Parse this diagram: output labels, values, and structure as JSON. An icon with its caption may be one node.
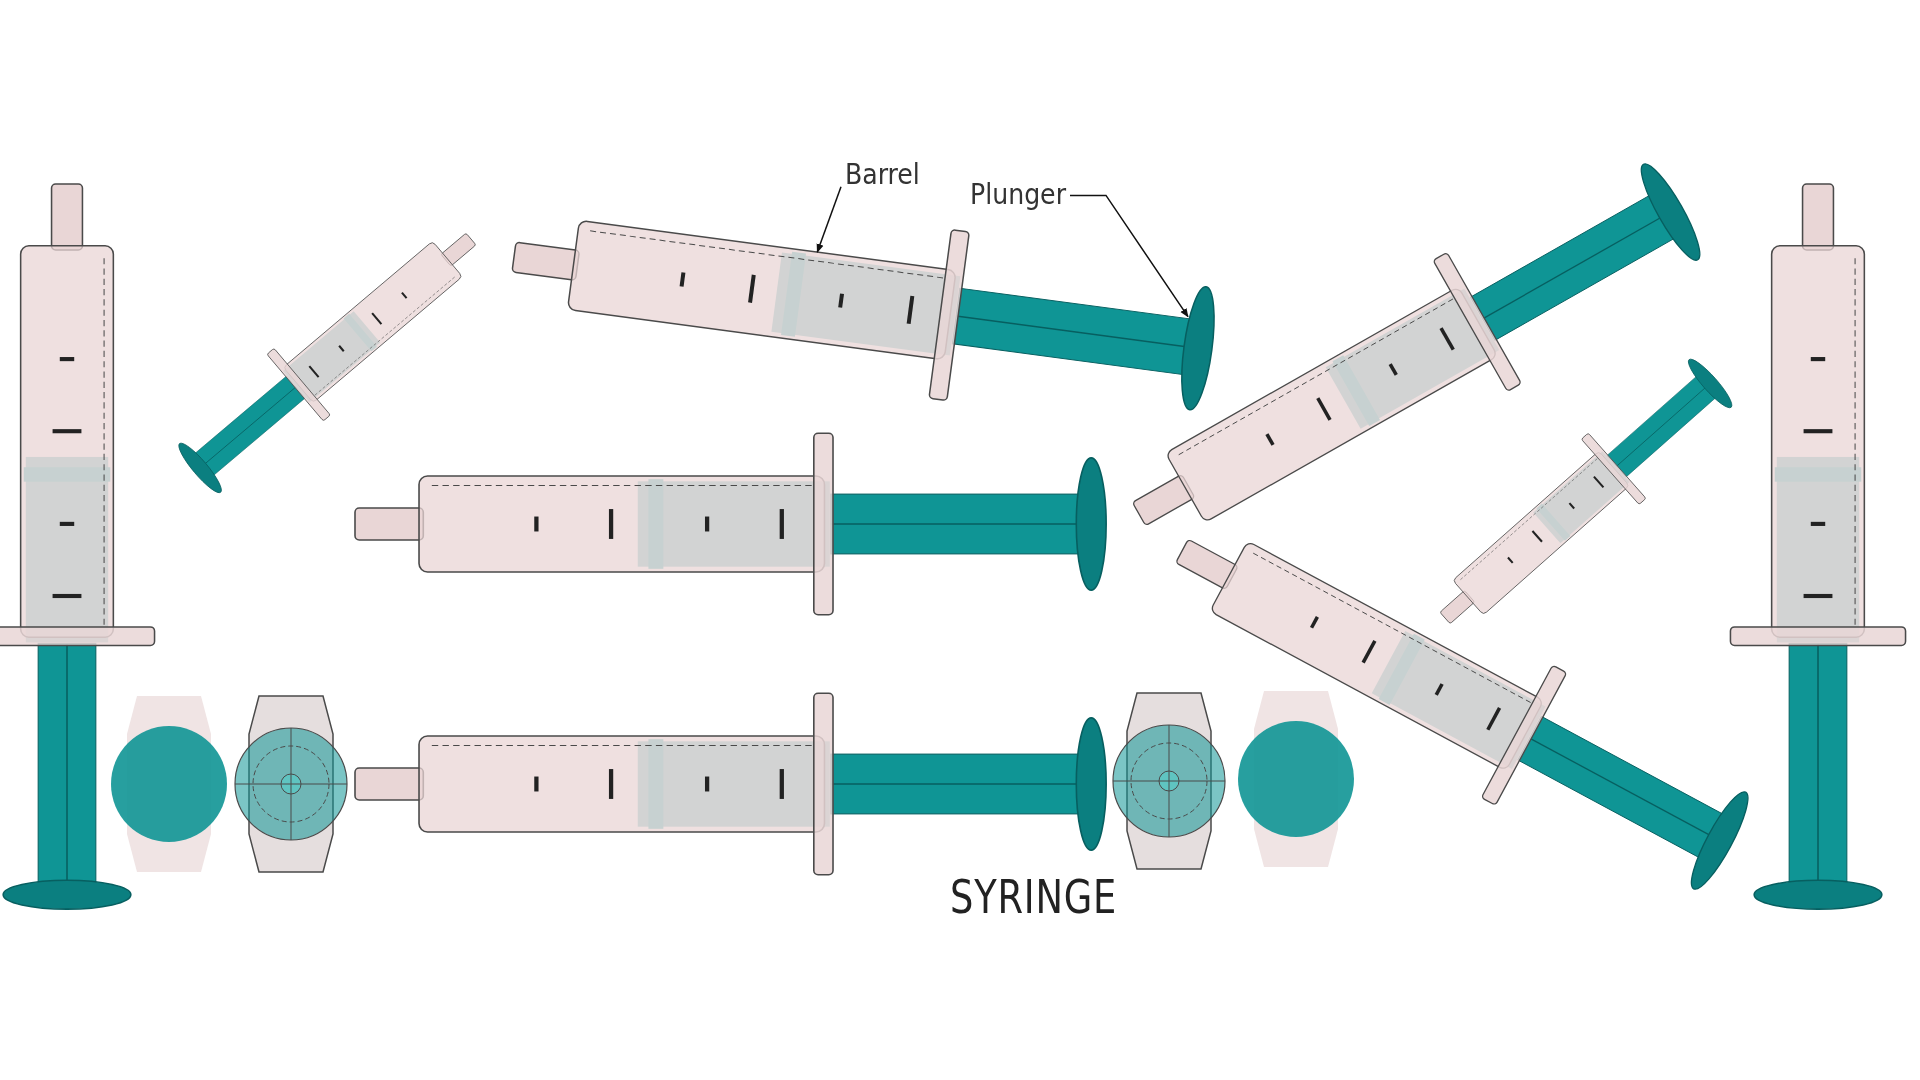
{
  "diagram": {
    "title": "SYRINGE",
    "nodes": [
      {
        "text": [
          "Barrel"
        ]
      },
      {
        "text": [
          "Plunger"
        ]
      },
      {
        "text": [],
        "shape": "cylinder"
      },
      {
        "text": [],
        "shape": "bar"
      }
    ],
    "edges": [
      {
        "from": 0,
        "to": 2,
        "arrow": "to"
      },
      {
        "from": 1,
        "to": 3,
        "arrow": "to"
      }
    ]
  }
}
